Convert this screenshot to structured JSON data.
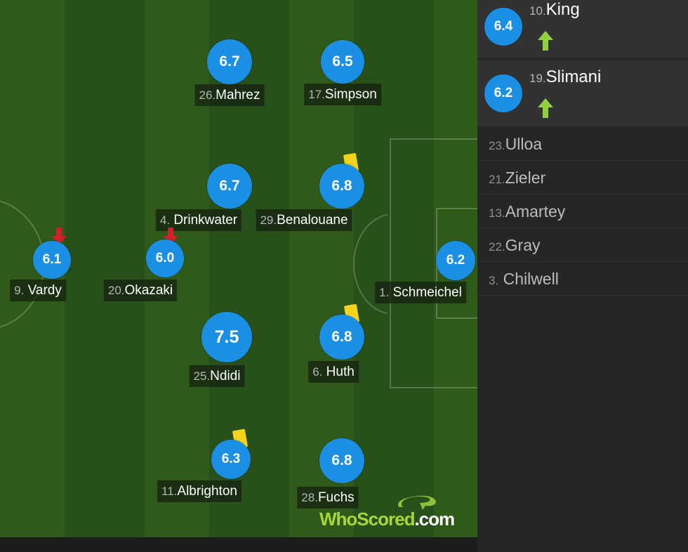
{
  "pitch_players": [
    {
      "number": "26.",
      "name": "Mahrez",
      "rating": "6.7"
    },
    {
      "number": "17.",
      "name": "Simpson",
      "rating": "6.5"
    },
    {
      "number": "4.",
      "name": "Drinkwater",
      "rating": "6.7"
    },
    {
      "number": "29.",
      "name": "Benalouane",
      "rating": "6.8",
      "yellow_card": true
    },
    {
      "number": "9.",
      "name": "Vardy",
      "rating": "6.1",
      "substituted_off": true
    },
    {
      "number": "20.",
      "name": "Okazaki",
      "rating": "6.0",
      "substituted_off": true
    },
    {
      "number": "1.",
      "name": "Schmeichel",
      "rating": "6.2"
    },
    {
      "number": "25.",
      "name": "Ndidi",
      "rating": "7.5"
    },
    {
      "number": "6.",
      "name": "Huth",
      "rating": "6.8",
      "yellow_card": true
    },
    {
      "number": "11.",
      "name": "Albrighton",
      "rating": "6.3",
      "yellow_card": true
    },
    {
      "number": "28.",
      "name": "Fuchs",
      "rating": "6.8"
    }
  ],
  "substitutes_used": [
    {
      "number": "10.",
      "name": "King",
      "rating": "6.4"
    },
    {
      "number": "19.",
      "name": "Slimani",
      "rating": "6.2"
    }
  ],
  "bench": [
    {
      "number": "23.",
      "name": "Ulloa"
    },
    {
      "number": "21.",
      "name": "Zieler"
    },
    {
      "number": "13.",
      "name": "Amartey"
    },
    {
      "number": "22.",
      "name": "Gray"
    },
    {
      "number": "3.",
      "name": "Chilwell"
    }
  ],
  "logo": {
    "part1": "WhoScored",
    "part2": ".com"
  },
  "colors": {
    "rating_bubble": "#1a8fe3",
    "yellow_card": "#f3d31b",
    "sub_off_arrow": "#d0202a",
    "sub_on_arrow": "#8fd13f"
  }
}
